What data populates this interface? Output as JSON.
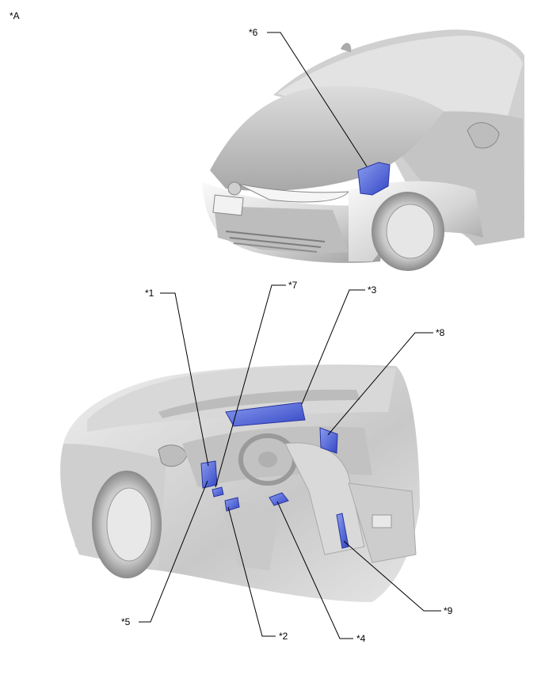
{
  "view_label": "*A",
  "callouts": [
    "*1",
    "*2",
    "*3",
    "*4",
    "*5",
    "*6",
    "*7",
    "*8",
    "*9"
  ],
  "colors": {
    "highlight": "#4a5fd0",
    "body_light": "#f4f4f4",
    "body_mid": "#cfcfcf",
    "body_dark": "#8d8d8d"
  }
}
